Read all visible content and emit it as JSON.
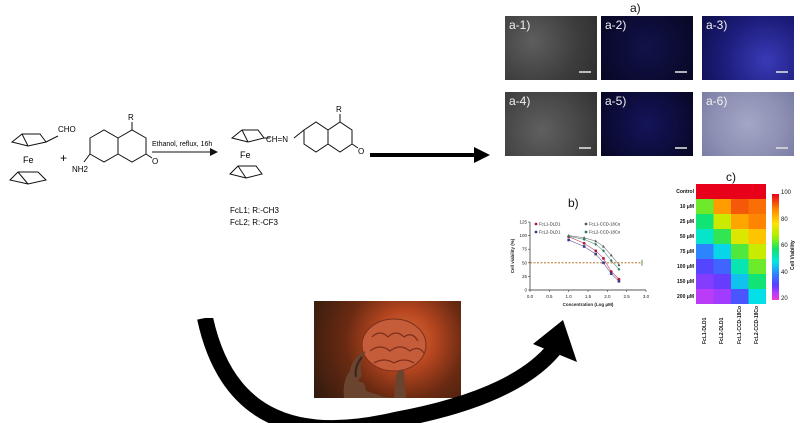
{
  "reaction": {
    "aldehyde_group": "CHO",
    "iron": "Fe",
    "plus": "+",
    "amine_group": "NH2",
    "r_group": "R",
    "carbonyl_o": "O",
    "conditions": "Ethanol, reflux, 16h",
    "imine": "CH=N",
    "product_iron": "Fe",
    "product_r": "R",
    "product_o": "O",
    "compound_1": "FcL1;  R:-CH3",
    "compound_2": "FcL2;  R:-CF3"
  },
  "panel_a": {
    "title": "a)",
    "images": [
      {
        "label": "a-1)",
        "kind": "brightfield"
      },
      {
        "label": "a-2)",
        "kind": "fluorescence-dim"
      },
      {
        "label": "a-3)",
        "kind": "fluorescence-bright"
      },
      {
        "label": "a-4)",
        "kind": "brightfield"
      },
      {
        "label": "a-5)",
        "kind": "fluorescence-dim"
      },
      {
        "label": "a-6)",
        "kind": "merged"
      }
    ]
  },
  "panel_b": {
    "title": "b)",
    "chart_data": {
      "type": "scatter",
      "xlabel": "Concentration (Log μM)",
      "ylabel": "Cell viability (%)",
      "xlim": [
        0,
        3.0
      ],
      "ylim": [
        0,
        125
      ],
      "xticks": [
        "0.0",
        "0.5",
        "1.0",
        "1.5",
        "2.0",
        "2.5",
        "3.0"
      ],
      "yticks": [
        "0",
        "25",
        "50",
        "75",
        "100",
        "125"
      ],
      "threshold": 50,
      "series": [
        {
          "name": "FcL1-DLD1",
          "color": "#b2183c",
          "marker": "circle",
          "x": [
            1.0,
            1.4,
            1.7,
            1.9,
            2.1,
            2.3
          ],
          "y": [
            98,
            86,
            72,
            58,
            34,
            20
          ]
        },
        {
          "name": "FcL2-DLD1",
          "color": "#3a3a8c",
          "marker": "square",
          "x": [
            1.0,
            1.4,
            1.7,
            1.9,
            2.1,
            2.3
          ],
          "y": [
            92,
            80,
            66,
            50,
            30,
            16
          ]
        },
        {
          "name": "FcL1-CCD-18Co",
          "color": "#5a5a5a",
          "marker": "triangle",
          "x": [
            1.0,
            1.4,
            1.7,
            1.9,
            2.1,
            2.3
          ],
          "y": [
            100,
            96,
            90,
            80,
            64,
            46
          ]
        },
        {
          "name": "FcL2-CCD-18Co",
          "color": "#2e7d5b",
          "marker": "diamond",
          "x": [
            1.0,
            1.4,
            1.7,
            1.9,
            2.1,
            2.3
          ],
          "y": [
            99,
            93,
            84,
            72,
            54,
            38
          ]
        }
      ]
    }
  },
  "panel_c": {
    "title": "c)",
    "chart_data": {
      "type": "heatmap",
      "rows": [
        "Control",
        "10 μM",
        "25 μM",
        "50 μM",
        "75 μM",
        "100 μM",
        "150 μM",
        "200 μM"
      ],
      "columns": [
        "FcL1-DLD1",
        "FcL2-DLD1",
        "FcL1-CCD-18Co",
        "FcL2-CCD-18Co"
      ],
      "values": [
        [
          100,
          100,
          100,
          100
        ],
        [
          62,
          85,
          92,
          90
        ],
        [
          55,
          70,
          84,
          88
        ],
        [
          48,
          58,
          72,
          80
        ],
        [
          36,
          44,
          60,
          70
        ],
        [
          28,
          32,
          50,
          62
        ],
        [
          24,
          26,
          42,
          55
        ],
        [
          20,
          22,
          30,
          45
        ]
      ],
      "colorbar_label": "Cell Viability",
      "colorbar_ticks": [
        "100",
        "80",
        "60",
        "40",
        "20"
      ],
      "vmin": 15,
      "vmax": 100
    }
  }
}
